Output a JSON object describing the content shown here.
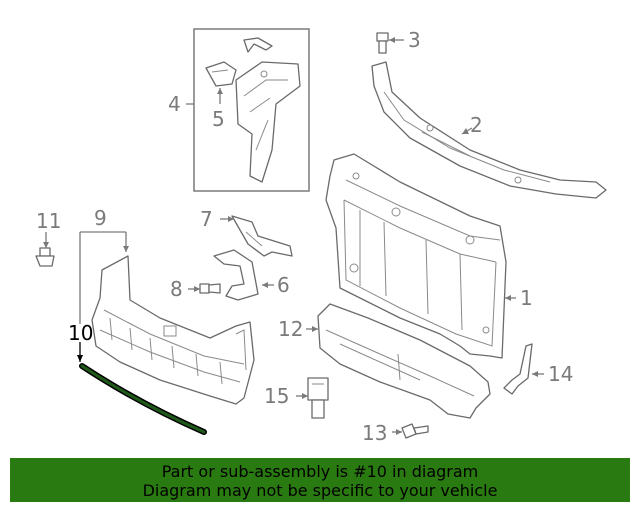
{
  "callouts": {
    "c1": "1",
    "c2": "2",
    "c3": "3",
    "c4": "4",
    "c5": "5",
    "c6": "6",
    "c7": "7",
    "c8": "8",
    "c9": "9",
    "c10": "10",
    "c11": "11",
    "c12": "12",
    "c13": "13",
    "c14": "14",
    "c15": "15"
  },
  "highlight_callout": "10",
  "highlight_color": "#1f5a1a",
  "banner": {
    "line1": "Part or sub-assembly is #10 in diagram",
    "line2": "Diagram may not be specific to your vehicle",
    "background": "#2a7a12"
  }
}
